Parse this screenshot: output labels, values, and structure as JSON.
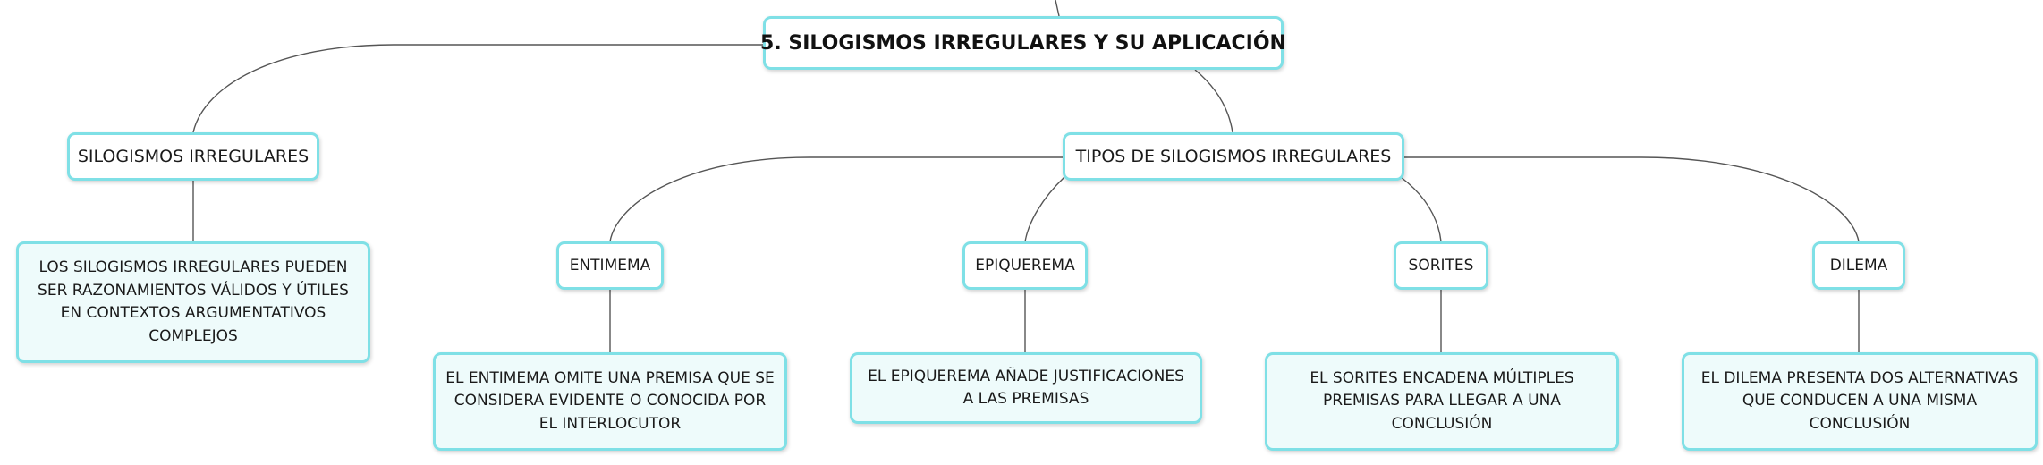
{
  "diagram": {
    "type": "mind-map",
    "colors": {
      "node_border": "#7fe0e6",
      "description_fill": "#eefbfb",
      "node_fill": "#ffffff",
      "connector": "#555555"
    },
    "root": {
      "label": "5. SILOGISMOS IRREGULARES Y SU APLICACIÓN"
    },
    "branches": {
      "irregulares": {
        "label": "SILOGISMOS IRREGULARES",
        "description": "LOS SILOGISMOS IRREGULARES PUEDEN SER RAZONAMIENTOS VÁLIDOS Y ÚTILES EN CONTEXTOS ARGUMENTATIVOS COMPLEJOS"
      },
      "tipos": {
        "label": "TIPOS DE SILOGISMOS IRREGULARES",
        "children": {
          "entimema": {
            "label": "ENTIMEMA",
            "description": "EL ENTIMEMA OMITE UNA PREMISA QUE SE CONSIDERA EVIDENTE O CONOCIDA POR EL INTERLOCUTOR"
          },
          "epiquerema": {
            "label": "EPIQUEREMA",
            "description": "EL EPIQUEREMA AÑADE JUSTIFICACIONES A LAS PREMISAS"
          },
          "sorites": {
            "label": "SORITES",
            "description": "EL SORITES ENCADENA MÚLTIPLES PREMISAS PARA LLEGAR A UNA CONCLUSIÓN"
          },
          "dilema": {
            "label": "DILEMA",
            "description": "EL DILEMA PRESENTA DOS ALTERNATIVAS QUE CONDUCEN A UNA MISMA CONCLUSIÓN"
          }
        }
      }
    }
  }
}
